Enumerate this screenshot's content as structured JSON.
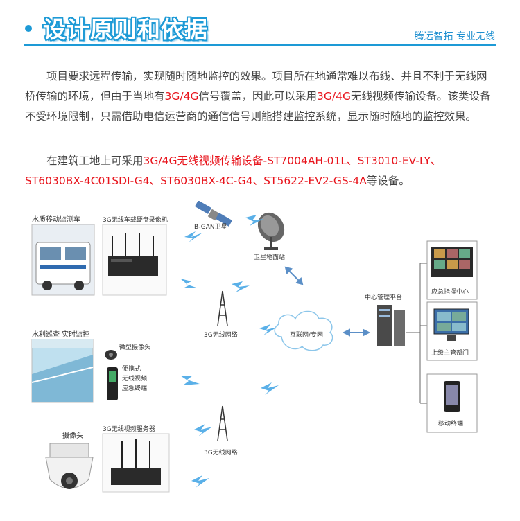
{
  "header": {
    "title": "设计原则和依据",
    "slogan": "腾远智拓  专业无线",
    "accent_color": "#1d9ad6"
  },
  "paragraphs": {
    "p1": {
      "t1": "项目要求远程传输，实现随时随地监控的效果。项目所在地通常难以布线、并且不利于无线网桥传输的环境，但由于当地有",
      "r1": "3G/4G",
      "t2": "信号覆盖，因此可以采用",
      "r2": "3G/4G",
      "t3": "无线视频传输设备。该类设备不受环境限制，只需借助电信运营商的通信信号则能搭建监控系统，显示随时随地的监控效果。"
    },
    "p2": {
      "t1": "在建筑工地上可采用",
      "r1": "3G/4G无线视频传输设备-ST7004AH-01L、ST3010-EV-LY、ST6030BX-4C01SDI-G4、ST6030BX-4C-G4、ST5622-EV2-GS-4A",
      "t2": "等设备。"
    }
  },
  "diagram": {
    "labels": {
      "vehicle": "水质移动监测车",
      "car_dvr": "3G无线车载硬盘录像机",
      "satellite": "B-GAN卫星",
      "ground_station": "卫星地面站",
      "network_top": "3G无线网络",
      "water": "水利巡查 实时监控",
      "micro_camera": "微型摄像头",
      "portable_terminal": "便携式\n无线视频\n应急终端",
      "internet": "互联网/专网",
      "center": "中心管理平台",
      "command": "应急指挥中心",
      "superior": "上级主管部门",
      "mobile": "移动终端",
      "camera": "摄像头",
      "video_server": "3G无线视频服务器",
      "network_bottom": "3G无线网络"
    },
    "icons": [
      "satellite-icon",
      "dish-icon",
      "tower-icon",
      "cloud-icon",
      "server-icon",
      "monitor-icon",
      "phone-icon",
      "camera-icon",
      "lightning-icon"
    ]
  }
}
